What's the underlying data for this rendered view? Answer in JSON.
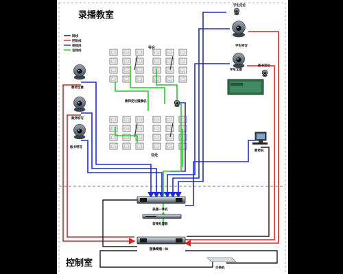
{
  "rooms": {
    "classroom": "录播教室",
    "control": "控制室"
  },
  "legend": [
    {
      "label": "网线",
      "color": "#1b1b1b"
    },
    {
      "label": "控制线",
      "color": "#e02020"
    },
    {
      "label": "视频线",
      "color": "#1f2ad0"
    },
    {
      "label": "音频线",
      "color": "#22cc22"
    }
  ],
  "cameras": {
    "student_close": "学生定位",
    "student_feature": "学生特写",
    "student_full": "学生全景",
    "board_locate": "板书定位",
    "teacher_full": "教师全景",
    "teacher_feature": "教师特写",
    "board_feature": "板书特写",
    "teacher_locate": "教师定位摄像机"
  },
  "zones": {
    "podium": "导台",
    "aisle": "导走"
  },
  "devices": {
    "teacher_pc": "教师机",
    "recorder": "录播一体机",
    "audio": "音频处理器",
    "director": "图像精播一体",
    "switch": "交换机"
  },
  "colors": {
    "network": "#1b1b1b",
    "control": "#e02020",
    "video": "#1f2ad0",
    "audio": "#22cc22"
  }
}
